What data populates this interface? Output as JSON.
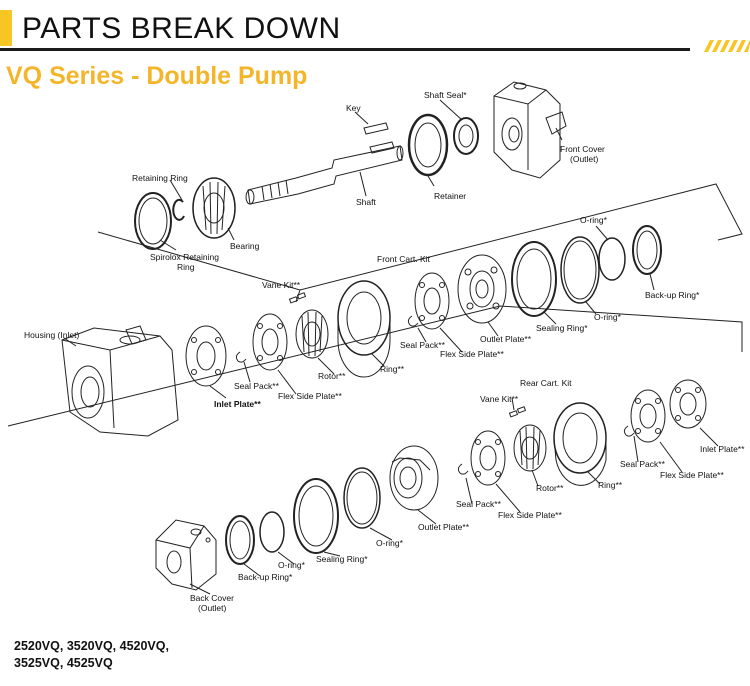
{
  "header": {
    "title": "PARTS BREAK DOWN",
    "accent_color": "#f7c623"
  },
  "subtitle": {
    "text": "VQ Series - Double Pump",
    "color": "#f5b52a"
  },
  "parts": {
    "key": "Key",
    "shaft_seal": "Shaft Seal*",
    "front_cover": "Front Cover",
    "front_cover_sub": "(Outlet)",
    "retainer": "Retainer",
    "shaft": "Shaft",
    "retaining_ring": "Retaining Ring",
    "bearing": "Bearing",
    "spirolox_1": "Spirolox Retaining",
    "spirolox_2": "Ring",
    "o_ring_top": "O-ring*",
    "front_cart_kit": "Front Cart. Kit",
    "vane_kit_1": "Vane Kit**",
    "backup_ring_1": "Back-up Ring*",
    "housing": "Housing (Inlet)",
    "o_ring_2": "O-ring*",
    "sealing_ring_1": "Sealing Ring*",
    "outlet_plate_1": "Outlet Plate**",
    "seal_pack_1": "Seal Pack**",
    "flex_side_plate_1": "Flex Side Plate**",
    "rotor_1": "Rotor**",
    "ring_1": "Ring**",
    "seal_pack_2": "Seal Pack**",
    "flex_side_plate_2": "Flex Side Plate**",
    "inlet_plate_1": "Inlet Plate**",
    "rear_cart_kit": "Rear Cart. Kit",
    "vane_kit_2": "Vane Kit**",
    "inlet_plate_2": "Inlet Plate**",
    "seal_pack_3": "Seal Pack**",
    "flex_side_plate_3": "Flex Side Plate**",
    "ring_2": "Ring**",
    "rotor_2": "Rotor**",
    "seal_pack_4": "Seal Pack**",
    "flex_side_plate_4": "Flex Side Plate**",
    "outlet_plate_2": "Outlet Plate**",
    "o_ring_3": "O-ring*",
    "sealing_ring_2": "Sealing Ring*",
    "o_ring_4": "O-ring*",
    "backup_ring_2": "Back-up Ring*",
    "back_cover": "Back Cover",
    "back_cover_sub": "(Outlet)"
  },
  "models": {
    "line1": "2520VQ, 3520VQ, 4520VQ,",
    "line2": "3525VQ, 4525VQ"
  }
}
